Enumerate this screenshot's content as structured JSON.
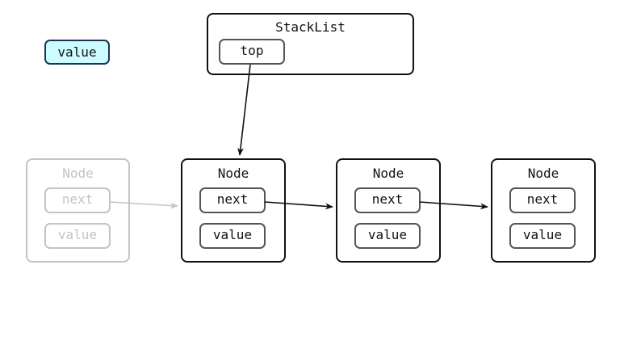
{
  "value_chip": "value",
  "stacklist": {
    "title": "StackList",
    "top_field": "top"
  },
  "nodes": [
    {
      "title": "Node",
      "next_field": "next",
      "value_field": "value",
      "ghost": true
    },
    {
      "title": "Node",
      "next_field": "next",
      "value_field": "value",
      "ghost": false
    },
    {
      "title": "Node",
      "next_field": "next",
      "value_field": "value",
      "ghost": false
    },
    {
      "title": "Node",
      "next_field": "next",
      "value_field": "value",
      "ghost": false
    }
  ],
  "colors": {
    "border": "#111111",
    "field_border": "#555555",
    "ghost": "#c4c4c4",
    "chip_fill": "#ccfcff",
    "chip_border": "#1a3550"
  }
}
